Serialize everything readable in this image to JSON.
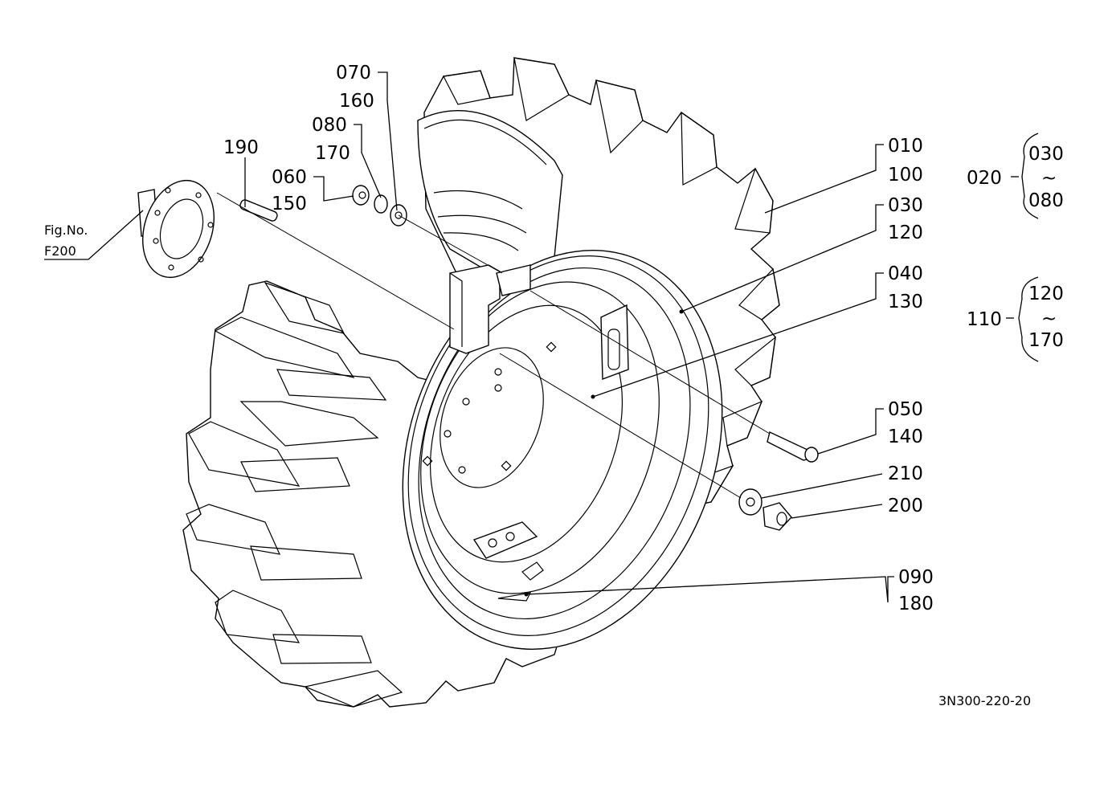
{
  "diagram": {
    "ref_figure": {
      "line1": "Fig.No.",
      "line2": "F200"
    },
    "drawing_code": "3N300-220-20",
    "callouts": {
      "c070": "070",
      "c160": "160",
      "c080": "080",
      "c170": "170",
      "c060": "060",
      "c150": "150",
      "c190": "190",
      "c010": "010",
      "c100": "100",
      "c030": "030",
      "c120": "120",
      "c040": "040",
      "c130": "130",
      "c050": "050",
      "c140": "140",
      "c210": "210",
      "c200": "200",
      "c090": "090",
      "c180": "180"
    },
    "groups": {
      "g020": {
        "label": "020",
        "from": "030",
        "tilde": "~",
        "to": "080"
      },
      "g110": {
        "label": "110",
        "from": "120",
        "tilde": "~",
        "to": "170"
      }
    }
  }
}
